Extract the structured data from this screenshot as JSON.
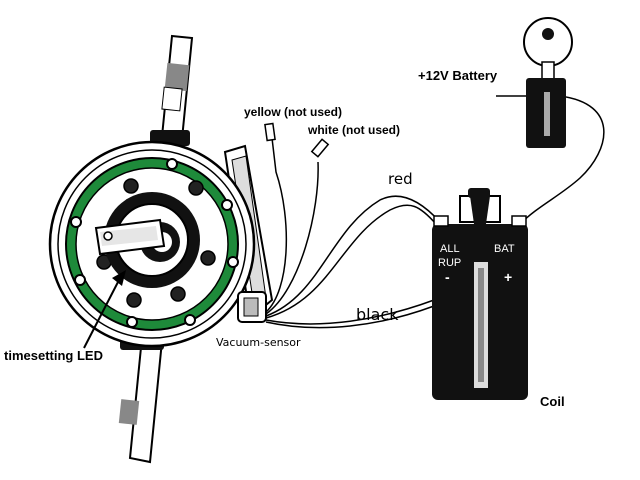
{
  "labels": {
    "battery": "+12V Battery",
    "yellow": "yellow (not used)",
    "white": "white (not used)",
    "red": "red",
    "black": "black",
    "vacuum": "Vacuum-sensor",
    "timesetting": "timesetting LED",
    "coil": "Coil"
  },
  "coil_markings": {
    "left_top": "ALL",
    "left_bottom": "RUP",
    "right_top": "BAT",
    "minus": "-",
    "plus": "+"
  },
  "colors": {
    "ring_green": "#1e8a3a",
    "body_black": "#000000",
    "paper": "#ffffff"
  }
}
